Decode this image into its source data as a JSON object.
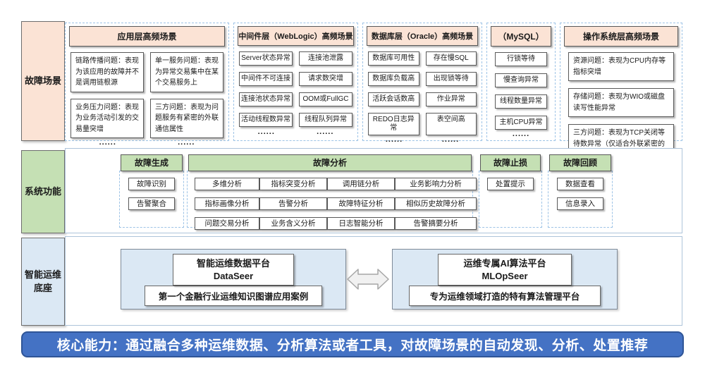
{
  "left_labels": {
    "fault": "故障场景",
    "functions": "系统功能",
    "base_line1": "智能运维",
    "base_line2": "底座"
  },
  "fault_sections": [
    {
      "title": "应用层高频场景",
      "items": [
        "链路传播问题：表现为该应用的故障并不是调用链根源",
        "单一服务问题：表现为异常交易集中在某个交易服务上",
        "业务压力问题：表现为业务活动引发的交易量突增",
        "三方问题：表现为问题服务有紧密的外联通信属性"
      ],
      "ellipsis": [
        "......",
        "......"
      ]
    },
    {
      "title": "中间件层（WebLogic）高频场景",
      "items": [
        "Server状态异常",
        "连接池泄露",
        "中间件不可连接",
        "请求数突增",
        "连接池状态异常",
        "OOM或FullGC",
        "活动线程数异常",
        "线程队列异常"
      ],
      "ellipsis": [
        "......",
        "......"
      ]
    },
    {
      "title": "数据库层（Oracle）高频场景",
      "items": [
        "数据库可用性",
        "存在慢SQL",
        "数据库负载高",
        "出现锁等待",
        "活跃会话数高",
        "作业异常",
        "REDO日志异常",
        "表空间高"
      ],
      "ellipsis": [
        "......",
        "......"
      ]
    },
    {
      "title": "（MySQL）",
      "items": [
        "行锁等待",
        "慢查询异常",
        "线程数量异常",
        "主机CPU异常"
      ],
      "ellipsis": [
        "......"
      ]
    },
    {
      "title": "操作系统层高频场景",
      "items": [
        "资源问题：表现为CPU内存等指标突增",
        "存储问题：表现为WIO或磁盘读写性能异常",
        "三方问题：表现为TCP关闭等待数异常（仅适合外联紧密的应用）"
      ],
      "ellipsis": [
        "......"
      ]
    }
  ],
  "function_groups": [
    {
      "title": "故障生成",
      "items": [
        "故障识别",
        "告警聚合"
      ]
    },
    {
      "title": "故障分析",
      "items": [
        "多维分析",
        "指标突变分析",
        "调用链分析",
        "业务影响力分析",
        "指标画像分析",
        "告警分析",
        "故障特征分析",
        "相似历史故障分析",
        "问题交易分析",
        "业务含义分析",
        "日志智能分析",
        "告警摘要分析"
      ]
    },
    {
      "title": "故障止损",
      "items": [
        "处置提示"
      ]
    },
    {
      "title": "故障回顾",
      "items": [
        "数据查看",
        "信息录入"
      ]
    }
  ],
  "platforms": {
    "left": {
      "title_line1": "智能运维数据平台",
      "title_line2": "DataSeer",
      "subtitle": "第一个金融行业运维知识图谱应用案例"
    },
    "right": {
      "title_line1": "运维专属AI算法平台",
      "title_line2": "MLOpSeer",
      "subtitle": "专为运维领域打造的特有算法管理平台"
    }
  },
  "banner": "核心能力：通过融合多种运维数据、分析算法或者工具，对故障场景的自动发现、分析、处置推荐",
  "colors": {
    "peach": "#FBE3D5",
    "green": "#C5E0B4",
    "light_blue": "#DBE8F4",
    "banner_blue": "#4472C4",
    "banner_border": "#2F5597",
    "dashed_border": "#9DC3E6"
  }
}
